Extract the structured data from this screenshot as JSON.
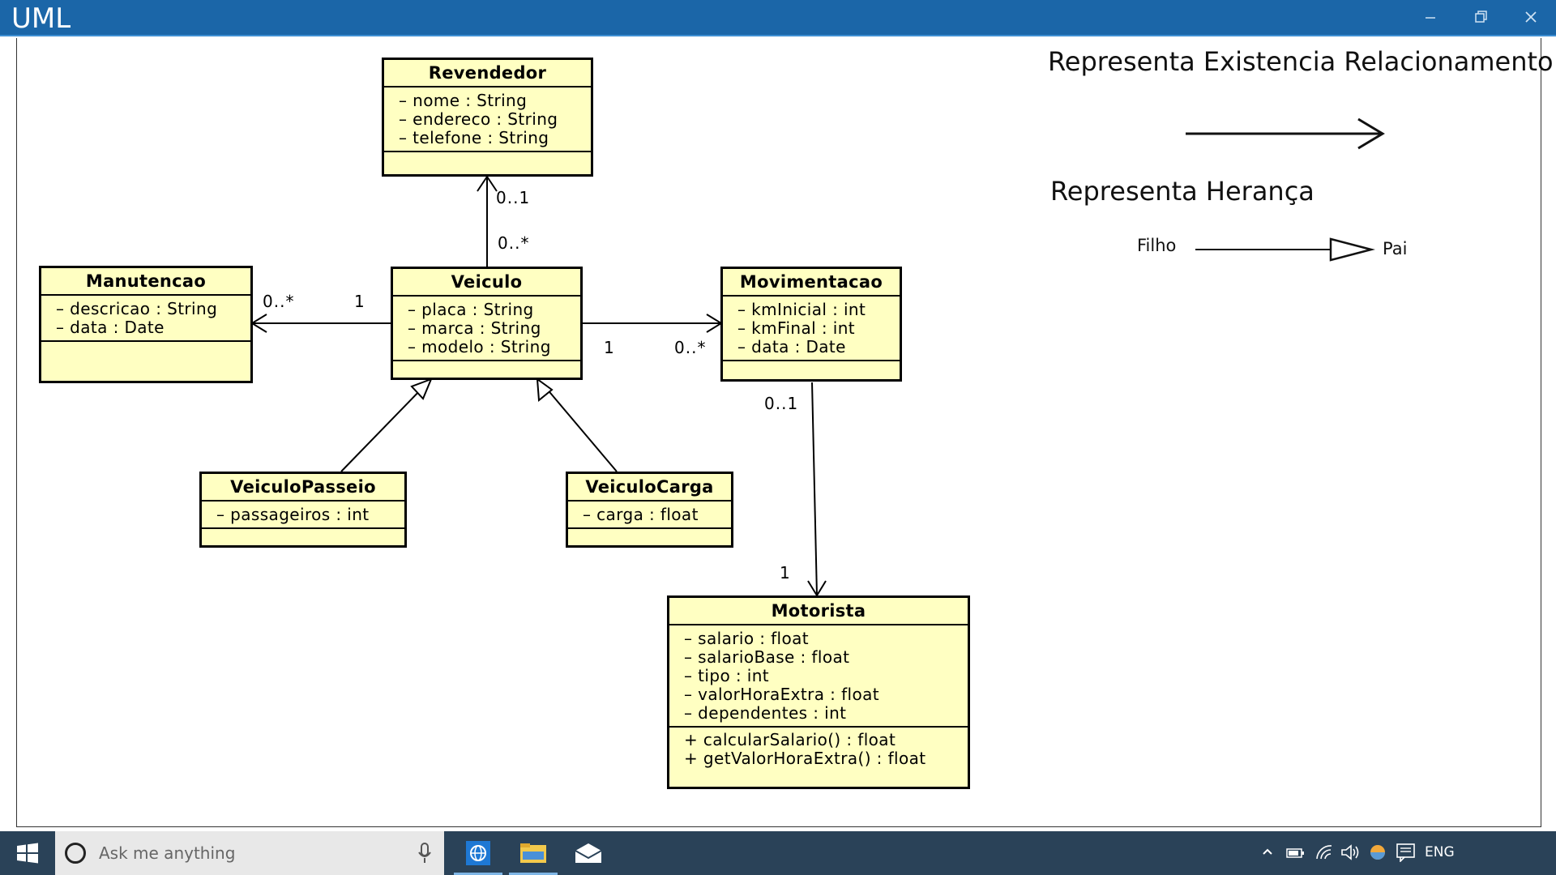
{
  "window": {
    "title": "UML"
  },
  "classes": {
    "revendedor": {
      "name": "Revendedor",
      "attributes": [
        "– nome : String",
        "– endereco : String",
        "– telefone : String"
      ]
    },
    "veiculo": {
      "name": "Veiculo",
      "attributes": [
        "– placa : String",
        "– marca : String",
        "– modelo : String"
      ]
    },
    "manutencao": {
      "name": "Manutencao",
      "attributes": [
        "– descricao : String",
        "– data : Date"
      ]
    },
    "movimentacao": {
      "name": "Movimentacao",
      "attributes": [
        "– kmInicial : int",
        "– kmFinal : int",
        "– data : Date"
      ]
    },
    "veiculo_passeio": {
      "name": "VeiculoPasseio",
      "attributes": [
        "– passageiros : int"
      ]
    },
    "veiculo_carga": {
      "name": "VeiculoCarga",
      "attributes": [
        "– carga : float"
      ]
    },
    "motorista": {
      "name": "Motorista",
      "attributes": [
        "– salario : float",
        "– salarioBase : float",
        "– tipo : int",
        "– valorHoraExtra : float",
        "– dependentes : int"
      ],
      "operations": [
        "+ calcularSalario() : float",
        "+ getValorHoraExtra() : float"
      ]
    }
  },
  "multiplicities": {
    "revendedor_end": "0..1",
    "veiculo_rev_end": "0..*",
    "manutencao_end": "0..*",
    "veiculo_man_end": "1",
    "veiculo_mov_end": "1",
    "movimentacao_end": "0..*",
    "movimentacao_mot_end": "0..1",
    "motorista_end": "1"
  },
  "legend": {
    "association_title": "Representa Existencia Relacionamento",
    "inheritance_title": "Representa Herança",
    "child_label": "Filho",
    "parent_label": "Pai"
  },
  "taskbar": {
    "search_placeholder": "Ask me anything",
    "language": "ENG"
  },
  "colors": {
    "titlebar": "#1b66a8",
    "class_fill": "#ffffc2",
    "taskbar": "#2a4258",
    "search_box": "#e8e8e8"
  }
}
